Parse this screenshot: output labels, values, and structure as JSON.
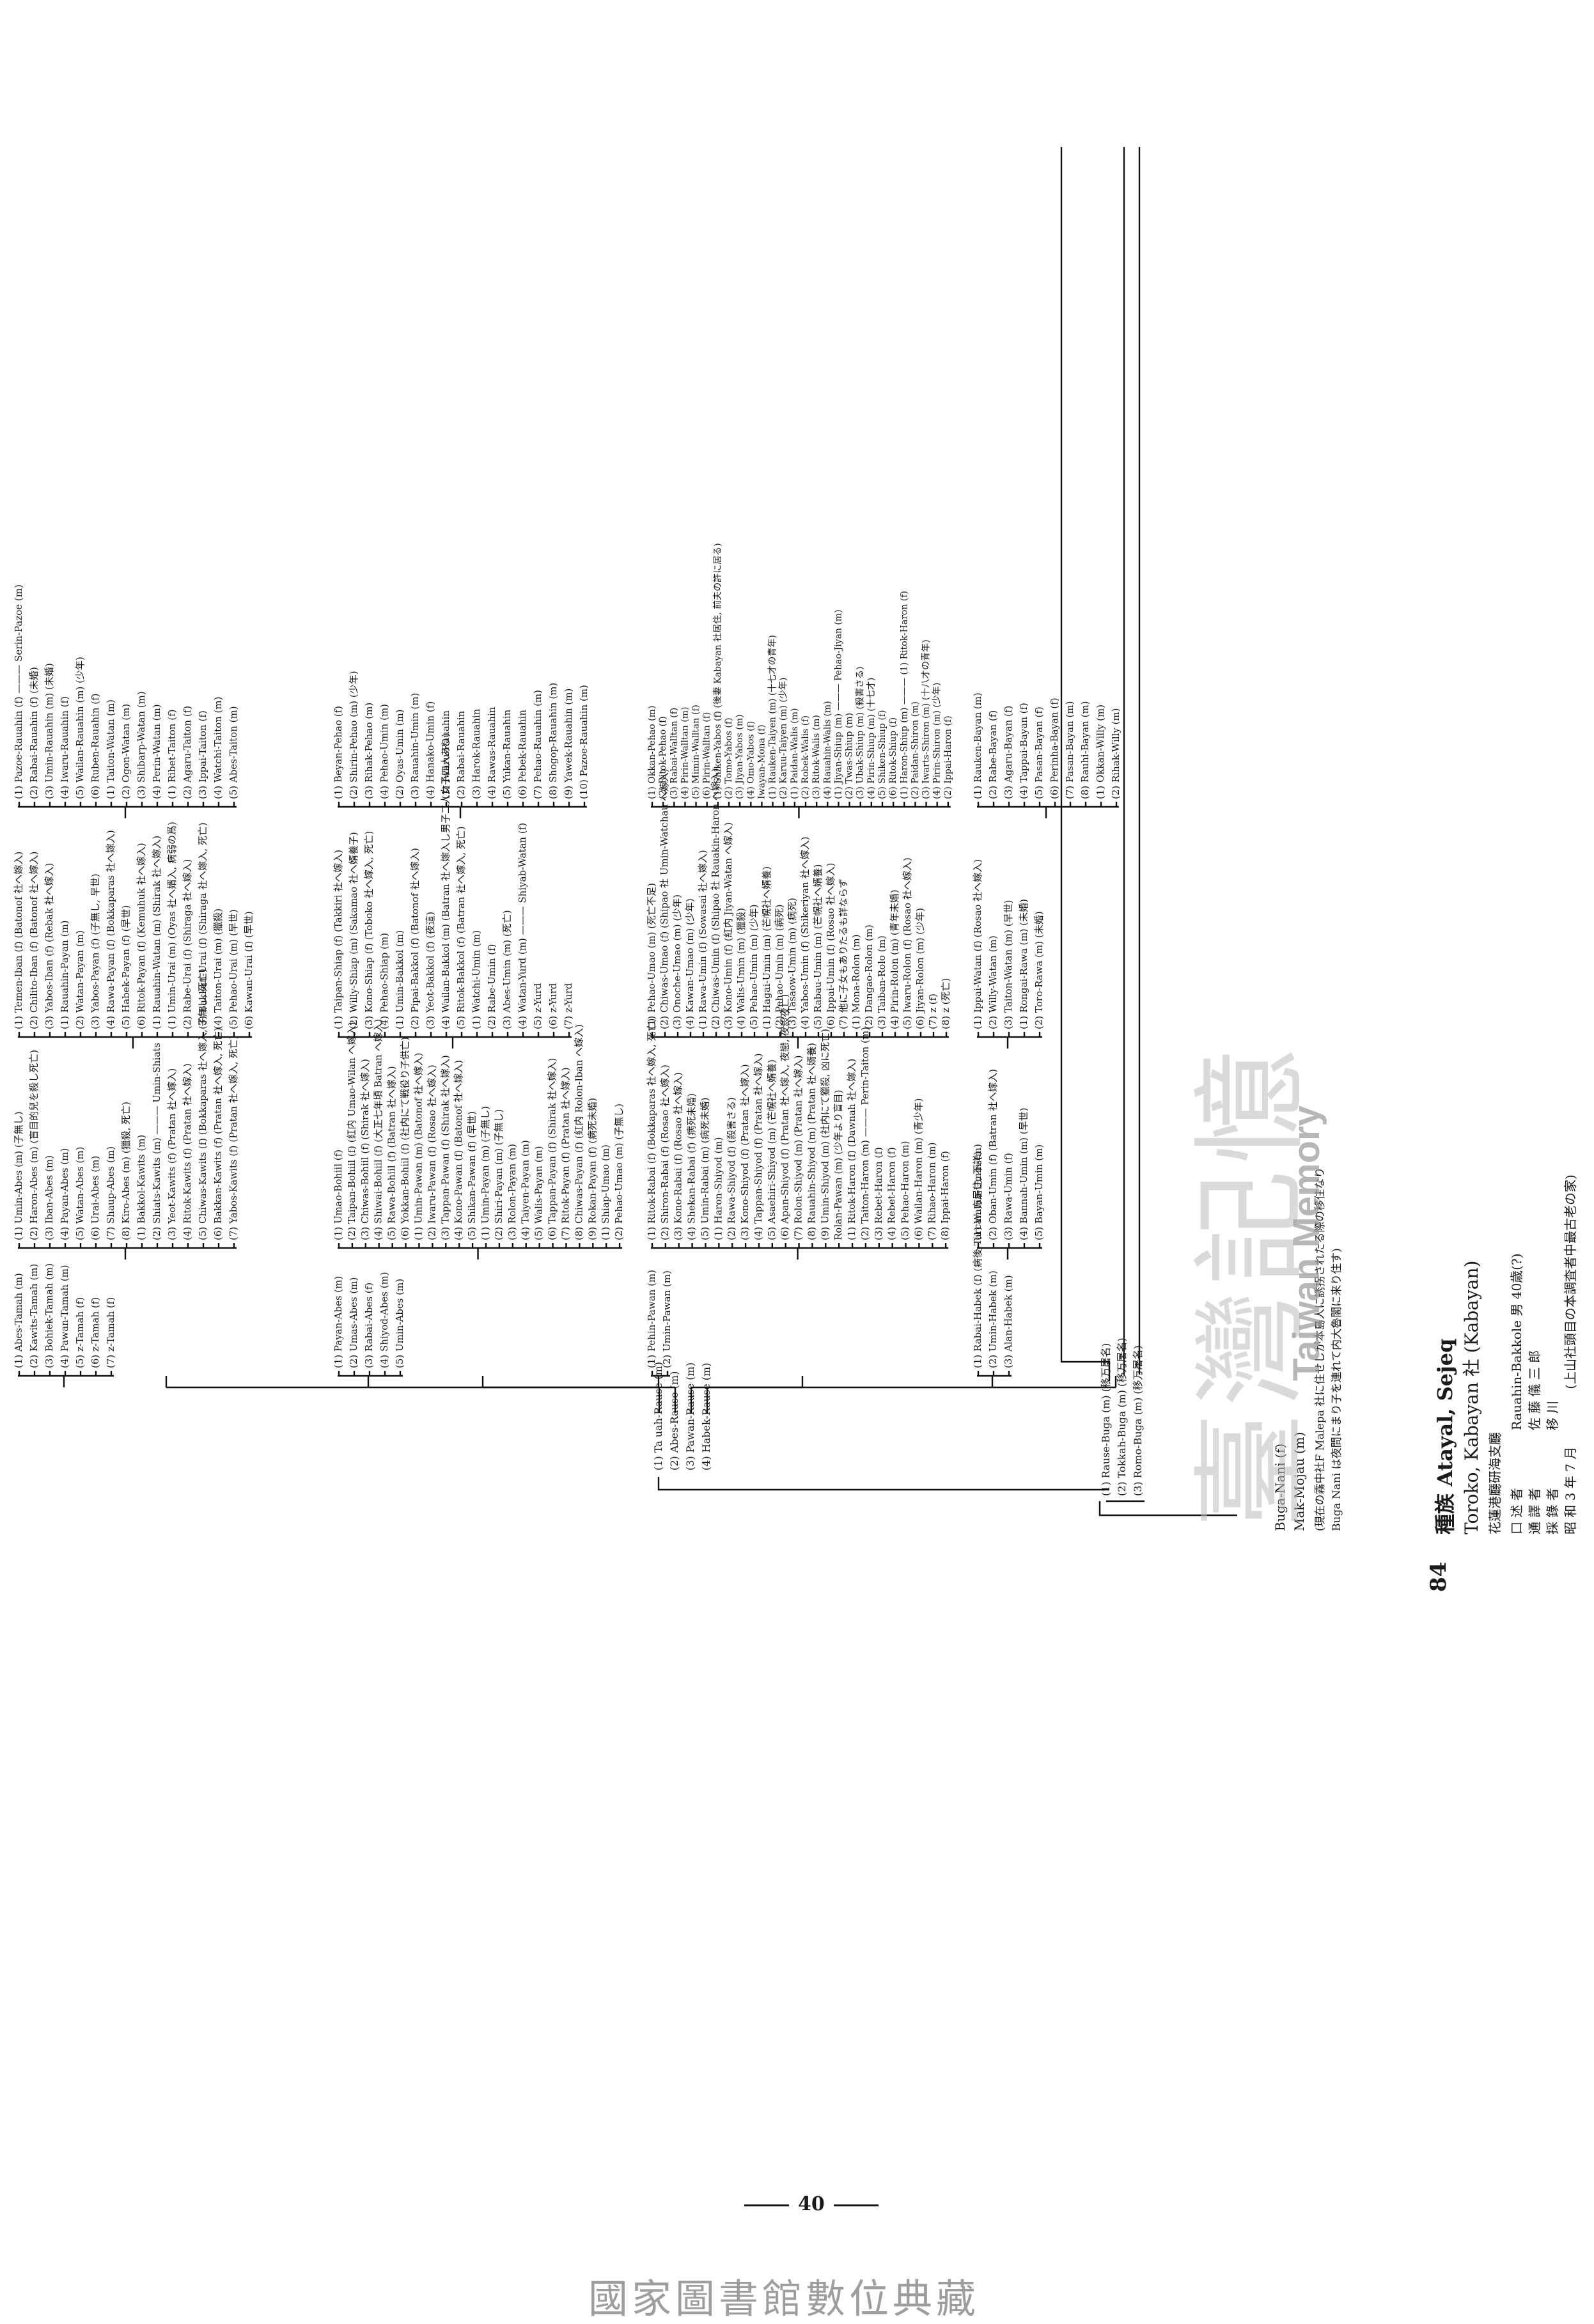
{
  "header": {
    "number": "84",
    "title": "種族 Atayal, Sejeq",
    "subtitle": "Toroko, Kabayan 社 (Kabayan)",
    "source": "花蓮港廳研海支廳"
  },
  "meta": [
    {
      "label": "口 述 者",
      "value": "Rauahin-Bakkole 男 40歳(?)"
    },
    {
      "label": "通 譯 者",
      "value": "佐 藤 儀 三 郎"
    },
    {
      "label": "採 錄 者",
      "value": "移 川"
    },
    {
      "label": "昭 和 3 年 7 月",
      "value": "(上山社頭目の本調査者中最古老の家)"
    }
  ],
  "ancestors": [
    "Buga-Nani (f)",
    "Mak-Mojau (m)",
    "(現在の霧中社F Malepa 社に住せしが本島人に誘拐されたる際の移住なり",
    "Buga Nani は夜間にまり子を連れて内大魯閣に来り住す)"
  ],
  "root_children": [
    "(1) Rause-Buga (m) (移万屠名)",
    "(2) Tokkah-Buga (m) (移万屠名)",
    "(3) Romo-Buga (m) (移万屠名)"
  ],
  "gen2": [
    "(1) Ta uah-Rause (m)",
    "(2) Abes-Rause (m)",
    "(3) Pawan-Rause (m)",
    "(4) Habek-Rause (m)"
  ],
  "groups": [
    {
      "parent": "Abes-Tamah",
      "gen3": [
        "(1) Abes-Tamah (m)",
        "(2) Kawits-Tamah (m)",
        "(3) Bohiek-Tamah (m)",
        "(4) Pawan-Tamah (m)",
        "(5) z-Tamah (f)",
        "(6) z-Tamah (f)",
        "(7) z-Tamah (f)"
      ],
      "gen4": [
        "(1) Umin-Abes (m) (子無し)",
        "(2) Haron-Abes (m) (盲目的兒を殺し死亡)",
        "(3) Iban-Abes (m)",
        "(4) Payan-Abes (m)",
        "(5) Watan-Abes (m)",
        "(6) Urai-Abes (m)",
        "(7) Shaup-Abes (m)",
        "(8) Kiro-Abes (m) (獵殺, 死亡)",
        "(1) Bakkol-Kawits (m)",
        "(2) Shiats-Kawits (m) ——— Umin-Shiats",
        "(3) Yeot-Kawits (f) (Pratan 社へ嫁入)",
        "(4) Ritok-Kawits (f) (Pratan 社へ嫁入)",
        "(5) Chiwas-Kawits (f) (Bokkaparas 社へ嫁入, 子無し, 死亡)",
        "(6) Bakkan-Kawits (f) (Pratan 社へ嫁入, 死亡)",
        "(7) Yabos-Kawits (f) (Pratan 社へ嫁入, 死亡)"
      ],
      "gen5": [
        "(1) Temen-Iban (f) (Batonof 社へ嫁入)",
        "(2) Chilito-Iban (f) (Batonof 社へ嫁入)",
        "(3) Yabos-Iban (f) (Rebak 社へ嫁入)",
        "(1) Rauahin-Payan (m)",
        "(2) Watan-Payan (m)",
        "(3) Yabos-Payan (f) (子無し, 早世)",
        "(4) Rawa-Payan (f) (Bokkaparas 社へ嫁入)",
        "(5) Habek-Payan (f) (早世)",
        "(6) Ritok-Payan (f) (Kemuhuk 社へ嫁入)",
        "(1) Rauahin-Watan (m) (Shirak 社へ嫁入)",
        "(1) Umin-Urai (m) (Oyas 社へ婿入, 病弱の爲)",
        "(2) Rabe-Urai (f) (Shiraga 社へ嫁入)",
        "(3) Bakkan-Urai (f) (Shiraga 社へ嫁入, 死亡)",
        "(4) Taiton-Urai (m) (獵殺)",
        "(5) Pehao-Urai (m) (早世)",
        "(6) Kawan-Urai (f) (早世)"
      ],
      "gen6": [
        "(1) Pazoe-Rauahin (f) ——— Serin-Pazoe (m)",
        "(2) Rabai-Rauahin (f) (未婚)",
        "(3) Umin-Rauahin (m) (未婚)",
        "(4) Iwaru-Rauahin (f)",
        "(5) Wailan-Rauahin (m) (少年)",
        "(6) Ruben-Rauahin (f)",
        "(1) Taiton-Watan (m)",
        "(2) Ogon-Watan (m)",
        "(3) Shibarp-Watan (m)",
        "(4) Perin-Watan (m)",
        "(1) Ribet-Taiton (f)",
        "(2) Agaru-Taiton (f)",
        "(3) Ippai-Taiton (f)",
        "(4) Watchi-Taiton (m)",
        "(5) Abes-Taiton (m)"
      ]
    },
    {
      "parent": "Payan-Abes",
      "gen3": [
        "(1) Payan-Abes (m)",
        "(2) Umas-Abes (m)",
        "(3) Rabai-Abes (f)",
        "(4) Shiyod-Abes (m)",
        "(5) Umin-Abes (m)"
      ],
      "gen4": [
        "(1) Umao-Bohiil (f)",
        "(2) Taipan-Bohiil (f) (紅内 Umao-Wilan へ嫁入)",
        "(3) Chiwas-Bohiil (f) (Shirak 社へ嫁入)",
        "(4) Shiwai-Bohiil (f) (大正七年頃 Batran へ嫁入)",
        "(5) Rawa-Bohiil (f) (Batran 社へ嫁入)",
        "(6) Yokkan-Bohiil (f) (社内にて戦役り子供亡)",
        "(1) Umin-Pawan (m) (Batonof 社へ嫁入)",
        "(2) Iwaru-Pawan (f) (Rosao 社へ嫁入)",
        "(3) Tappan-Pawan (f) (Shirak 社へ嫁入)",
        "(4) Kono-Pawan (f) (Batonof 社へ嫁入)",
        "(5) Shikan-Pawan (f) (早世)",
        "(1) Umin-Payan (m) (子無し)",
        "(2) Shiri-Payan (m) (子無し)",
        "(3) Rolon-Payan (m)",
        "(4) Taiyen-Payan (m)",
        "(5) Walis-Payan (m)",
        "(6) Tappan-Payan (f) (Shirak 社へ嫁入)",
        "(7) Ritok-Payan (f) (Pratan 社へ嫁入)",
        "(8) Chiwas-Payan (f) (紅内 Rolon-Iban へ嫁入)",
        "(9) Rokan-Payan (f) (病死未婚)",
        "(1) Shiap-Umao (m)",
        "(2) Pehao-Umao (m) (子無し)"
      ],
      "gen5": [
        "(1) Taipan-Shiap (f) (Takkiri 社へ嫁入)",
        "(2) Willy-Shiap (m) (Sakamao 社へ婿養子)",
        "(3) Kono-Shiap (f) (Toboko 社へ嫁入, 死亡)",
        "(4) Pehao-Shiap (m)",
        "(1) Umin-Bakkol (m)",
        "(2) Pipai-Bakkol (f) (Batonof 社へ嫁入)",
        "(3) Yeot-Bakkol (f) (夜這)",
        "(4) Wailan-Bakkol (m) (Batran 社へ嫁入し男子二人女子四人あり)",
        "(5) Ritok-Bakkol (f) (Batran 社へ嫁入, 死亡)",
        "(1) Watchi-Umin (m)",
        "(2) Rabe-Umin (f)",
        "(3) Abes-Umin (m) (死亡)",
        "(4) Watan-Yurd (m) ——— Shiyab-Watan (f)",
        "(5) z-Yurd",
        "(6) z-Yurd",
        "(7) z-Yurd"
      ],
      "gen6": [
        "(1) Beyan-Pehao (f)",
        "(2) Shirin-Pehao (m) (少年)",
        "(3) Rihak-Pehao (m)",
        "(4) Pehao-Umin (m)",
        "(2) Oyas-Umin (m)",
        "(3) Rauahin-Umin (m)",
        "(4) Hanako-Umin (f)",
        "(1) Iwaru-Rauahin",
        "(2) Rabai-Rauahin",
        "(3) Harok-Rauahin",
        "(4) Rawas-Rauahin",
        "(5) Yukan-Rauahin",
        "(6) Pebek-Rauahin",
        "(7) Pehao-Rauahin (m)",
        "(8) Shogop-Rauahin (m)",
        "(9) Yawek-Rauahin (m)",
        "(10) Pazoe-Rauahin (m)"
      ]
    },
    {
      "parent": "Pehin-Pawan",
      "gen3": [
        "(1) Pehin-Pawan (m)",
        "(2) Umin-Pawan (m)"
      ],
      "gen4": [
        "(1) Ritok-Rabai (f) (Bokkaparas 社へ嫁入, 死亡)",
        "(2) Shiron-Rabai (f) (Rosao 社へ嫁入)",
        "(3) Kono-Rabai (f) (Rosao 社へ嫁入)",
        "(4) Shekan-Rabai (f) (病死未婚)",
        "(5) Umin-Rabai (m) (病死未婚)",
        "(1) Haron-Shiyod (m)",
        "(2) Rawa-Shiyod (f) (殺害さる)",
        "(3) Kono-Shiyod (f) (Pratan 社へ嫁入)",
        "(4) Tappan-Shiyod (f) (Pratan 社へ嫁入)",
        "(5) Asaehiri-Shiyod (m) (芒幌社へ婿養)",
        "(6) Apan-Shiyod (f) (Pratan 社へ嫁入, 夜戀, 夜殺夜亡)",
        "(7) Rolon-Shiyod (m) (Pratan 社へ嫁入)",
        "(8) Rauahin-Shiyod (m) (Pratan 社へ婿養)",
        "(9) Umin-Shiyod (m) (社内にて獵殺, 凶に死亡)",
        "Rolan-Pawan (m) (少年より盲目)",
        "(1) Ritok-Haron (f) (Dawnah 社へ嫁入)",
        "(2) Taiton-Haron (m) ——— Perin-Taiton (m)",
        "(3) Rebet-Haron (f)",
        "(4) Rebet-Haron (f)",
        "(5) Pehao-Haron (m)",
        "(6) Wailan-Haron (m) (青少年)",
        "(7) Rihao-Haron (m)",
        "(8) Ippai-Haron (f)"
      ],
      "gen5": [
        "(1) Pehao-Umao (m) (死亡不足)",
        "(2) Chiwas-Umao (f) (Shipao 社 Umin-Watchau へ嫁入)",
        "(3) Onoche-Umao (m) (少年)",
        "(4) Kawan-Umao (m) (少年)",
        "(1) Rawa-Umin (f) (Sowasai 社へ嫁入)",
        "(2) Chiwas-Umin (f) (Shipao 社 Rauakin-Haron へ嫁入)",
        "(3) Kono-Umin (f) (紅内 Jiyan-Watan へ嫁入)",
        "(4) Walis-Umin (m) (獵殺)",
        "(5) Pehao-Umin (m) (少年)",
        "(1) Hagai-Umin (m) (芒幌社へ婿養)",
        "(2) Pehao-Umin (m) (病死)",
        "(3) Tasaow-Umin (m) (病死)",
        "(4) Yabos-Umin (f) (Shikeriyan 社へ嫁入)",
        "(5) Rabau-Umin (m) (芒幌社へ婿養)",
        "(6) Ippai-Umin (f) (Rosao 社へ嫁入)",
        "(7) 他に子女もありたるも詳ならず",
        "(1) Mona-Rolon (m)",
        "(2) Dangao-Rolon (m)",
        "(3) Taiban-Rolo (m)",
        "(4) Pirin-Rolon (m) (青年未婚)",
        "(5) Iwaru-Rolon (f) (Rosao 社へ嫁入)",
        "(6) Jiyan-Rolon (m) (少年)",
        "(7) z (f)",
        "(8) z (死亡)"
      ],
      "gen6": [
        "(1) Okkan-Pehao (m)",
        "(2) Ritok-Pehao (f)",
        "(3) Rabai-Walltan (f)",
        "(4) Pirin-Walltan (m)",
        "(5) Mimin-Walltan (f)",
        "(6) Pirin-Walltan (f)",
        "(1) Shiken-Yabos (f) (後妻 Kabayan 社居住, 前夫の許に居る)",
        "(2) Tomo-Yabos (f)",
        "(3) Jiyan-Yabos (m)",
        "(4) Omo-Yabos (f)",
        "Iwayan-Mona (f)",
        "(1) Rauken-Taiyen (m) (十七才の青年)",
        "(2) Karuu-Taiyen (m) (少年)",
        "(1) Paidan-Walis (m)",
        "(2) Robek-Walis (f)",
        "(3) Ritok-Walis (m)",
        "(4) Rauahin-Walis (m)",
        "(1) Jiyan-Shiup (m) ——— Pehao-Jiyan (m)",
        "(2) Twas-Shiup (m)",
        "(3) Ubak-Shiup (m) (殺害さる)",
        "(4) Pirin-Shiup (m) (十七才)",
        "(5) Shiken-Shiup (f)",
        "(6) Ritok-Shiup (f)",
        "(1) Haron-Shiup (m) ——— (1) Ritok-Haron (f)",
        "(2) Paidan-Shiron (m)",
        "(3) Iwarts-Shiron (m) (十八才の青年)",
        "(4) Pirin-Shiron (m) (少年)",
        "(2) Ippai-Haron (f)"
      ]
    },
    {
      "parent": "Rabai-Habek",
      "gen3": [
        "(1) Rabai-Habek (f) (病後 Tarcan 方居住, 不詳)",
        "(2) Umin-Habek (m)",
        "(3) Alan-Habek (m)"
      ],
      "gen4": [
        "(1) Watan-Umin (m)",
        "(2) Oban-Umin (f) (Batran 社へ嫁入)",
        "(3) Rawa-Umin (f)",
        "(4) Bannah-Umin (m) (早世)",
        "(5) Bayan-Umin (m)"
      ],
      "gen5": [
        "(1) Ippai-Watan (f) (Rosao 社へ嫁入)",
        "(2) Willy-Watan (m)",
        "(3) Taiton-Watan (m) (早世)",
        "(1) Rongai-Rawa (m) (未婚)",
        "(2) Toro-Rawa (m) (未婚)"
      ],
      "gen6": [
        "(1) Rauken-Bayan (m)",
        "(2) Rabe-Bayan (f)",
        "(3) Agaru-Bayan (f)",
        "(4) Tappai-Bayan (f)",
        "(5) Pasan-Bayan (f)",
        "(6) Perinha-Bayan (f)",
        "(7) Pasan-Bayan (m)",
        "(8) Rauhi-Bayan (m)",
        "(1) Okkan-Willy (m)",
        "(2) Rihak-Willy (m)"
      ]
    }
  ],
  "watermark": {
    "zh": "臺灣記憶",
    "en": "Taiwan Memory"
  },
  "page_number": "40",
  "footer": "國家圖書館數位典藏"
}
